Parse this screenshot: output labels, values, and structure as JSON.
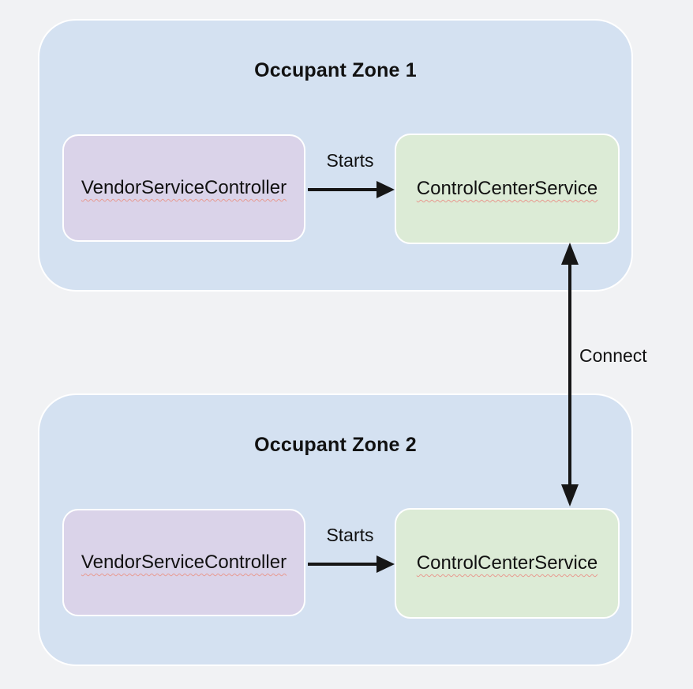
{
  "diagram": {
    "zones": [
      {
        "title": "Occupant Zone 1",
        "nodes": {
          "controller": "VendorServiceController",
          "service": "ControlCenterService"
        },
        "edge": {
          "label": "Starts"
        }
      },
      {
        "title": "Occupant Zone 2",
        "nodes": {
          "controller": "VendorServiceController",
          "service": "ControlCenterService"
        },
        "edge": {
          "label": "Starts"
        }
      }
    ],
    "connect_edge": {
      "label": "Connect"
    },
    "colors": {
      "background": "#f1f2f4",
      "zone_fill": "#d4e1f1",
      "controller_fill": "#dad3e9",
      "service_fill": "#dcebd6",
      "node_border": "#ffffff",
      "arrow": "#161616",
      "text": "#111111",
      "squiggle": "#e89a90"
    }
  }
}
